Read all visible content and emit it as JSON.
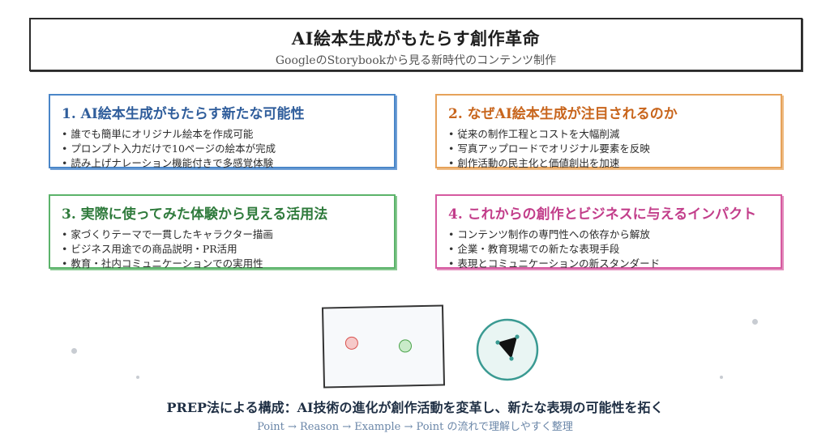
{
  "header": {
    "title": "AI絵本生成がもたらす創作革命",
    "subtitle": "GoogleのStorybookから見る新時代のコンテンツ制作"
  },
  "cards": [
    {
      "title": "1. AI絵本生成がもたらす新たな可能性",
      "color": "#4a86c8",
      "items": [
        "誰でも簡単にオリジナル絵本を作成可能",
        "プロンプト入力だけで10ページの絵本が完成",
        "読み上げナレーション機能付きで多感覚体験"
      ]
    },
    {
      "title": "2. なぜAI絵本生成が注目されるのか",
      "color": "#e6a25a",
      "items": [
        "従来の制作工程とコストを大幅削減",
        "写真アップロードでオリジナル要素を反映",
        "創作活動の民主化と価値創出を加速"
      ]
    },
    {
      "title": "3. 実際に使ってみた体験から見える活用法",
      "color": "#5bb36a",
      "items": [
        "家づくりテーマで一貫したキャラクター描画",
        "ビジネス用途での商品説明・PR活用",
        "教育・社内コミュニケーションでの実用性"
      ]
    },
    {
      "title": "4. これからの創作とビジネスに与えるインパクト",
      "color": "#d65aa0",
      "items": [
        "コンテンツ制作の専門性への依存から解放",
        "企業・教育現場での新たな表現手段",
        "表現とコミュニケーションの新スタンダード"
      ]
    }
  ],
  "footer": {
    "main": "PREP法による構成：AI技術の進化が創作活動を変革し、新たな表現の可能性を拓く",
    "sub": "Point → Reason → Example → Point の流れで理解しやすく整理"
  }
}
